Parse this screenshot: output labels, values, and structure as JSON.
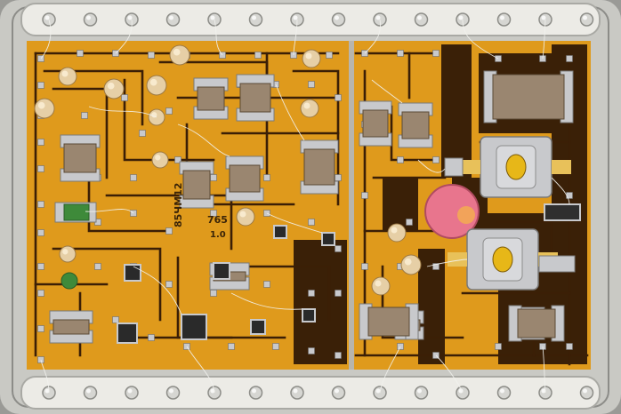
{
  "marking": {
    "part_number": "85ЧМ12",
    "code": "765",
    "version": "1.0"
  },
  "palette": {
    "housing": "#c9c9c4",
    "housing_edge": "#8c8c88",
    "ceramic_rim": "#ecebe6",
    "lead_bead": "#d6d6d2",
    "substrate": "#df9a1c",
    "trace": "#3b1f06",
    "copper_block": "#3a2007",
    "solder": "#c8c9cc",
    "bond_wire": "#f2f2ee",
    "resistor_body": "#9a8670",
    "capacitor_tan": "#e6cfa6",
    "inductor_green": "#3e8a3a",
    "pink_capacitor": "#e8758d",
    "transistor_yellow": "#e7b718"
  },
  "component_icons": [
    "lead-bead-icon",
    "resistor-icon",
    "capacitor-icon",
    "transistor-icon",
    "bond-pad-icon"
  ]
}
